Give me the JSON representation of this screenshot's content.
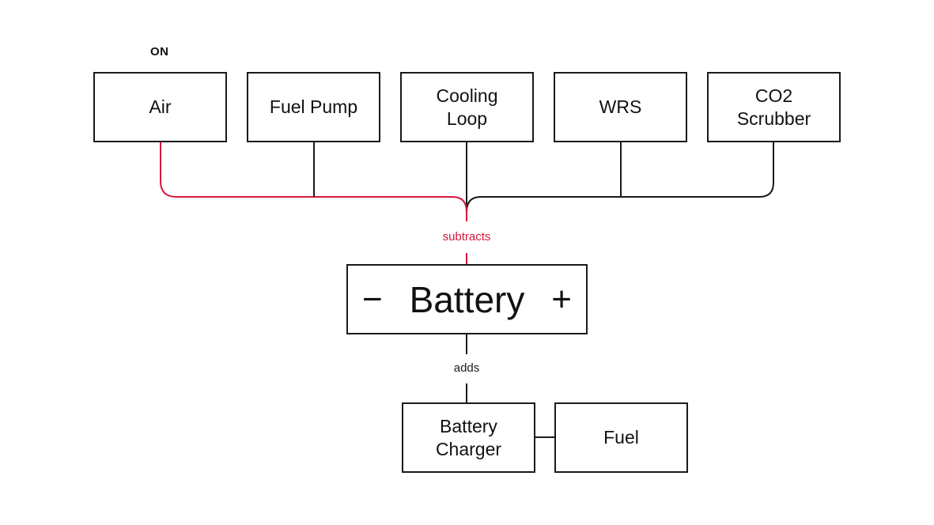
{
  "status": {
    "on_label": "ON"
  },
  "nodes": {
    "air": "Air",
    "fuel_pump": "Fuel Pump",
    "cooling_loop": "Cooling\nLoop",
    "wrs": "WRS",
    "co2_scrubber": "CO2\nScrubber",
    "battery": "Battery",
    "battery_minus": "−",
    "battery_plus": "+",
    "battery_charger": "Battery\nCharger",
    "fuel": "Fuel"
  },
  "edges": {
    "consumers_to_battery": "subtracts",
    "charger_to_battery": "adds"
  },
  "colors": {
    "active": "#d6173c",
    "line": "#1a1a1a"
  }
}
